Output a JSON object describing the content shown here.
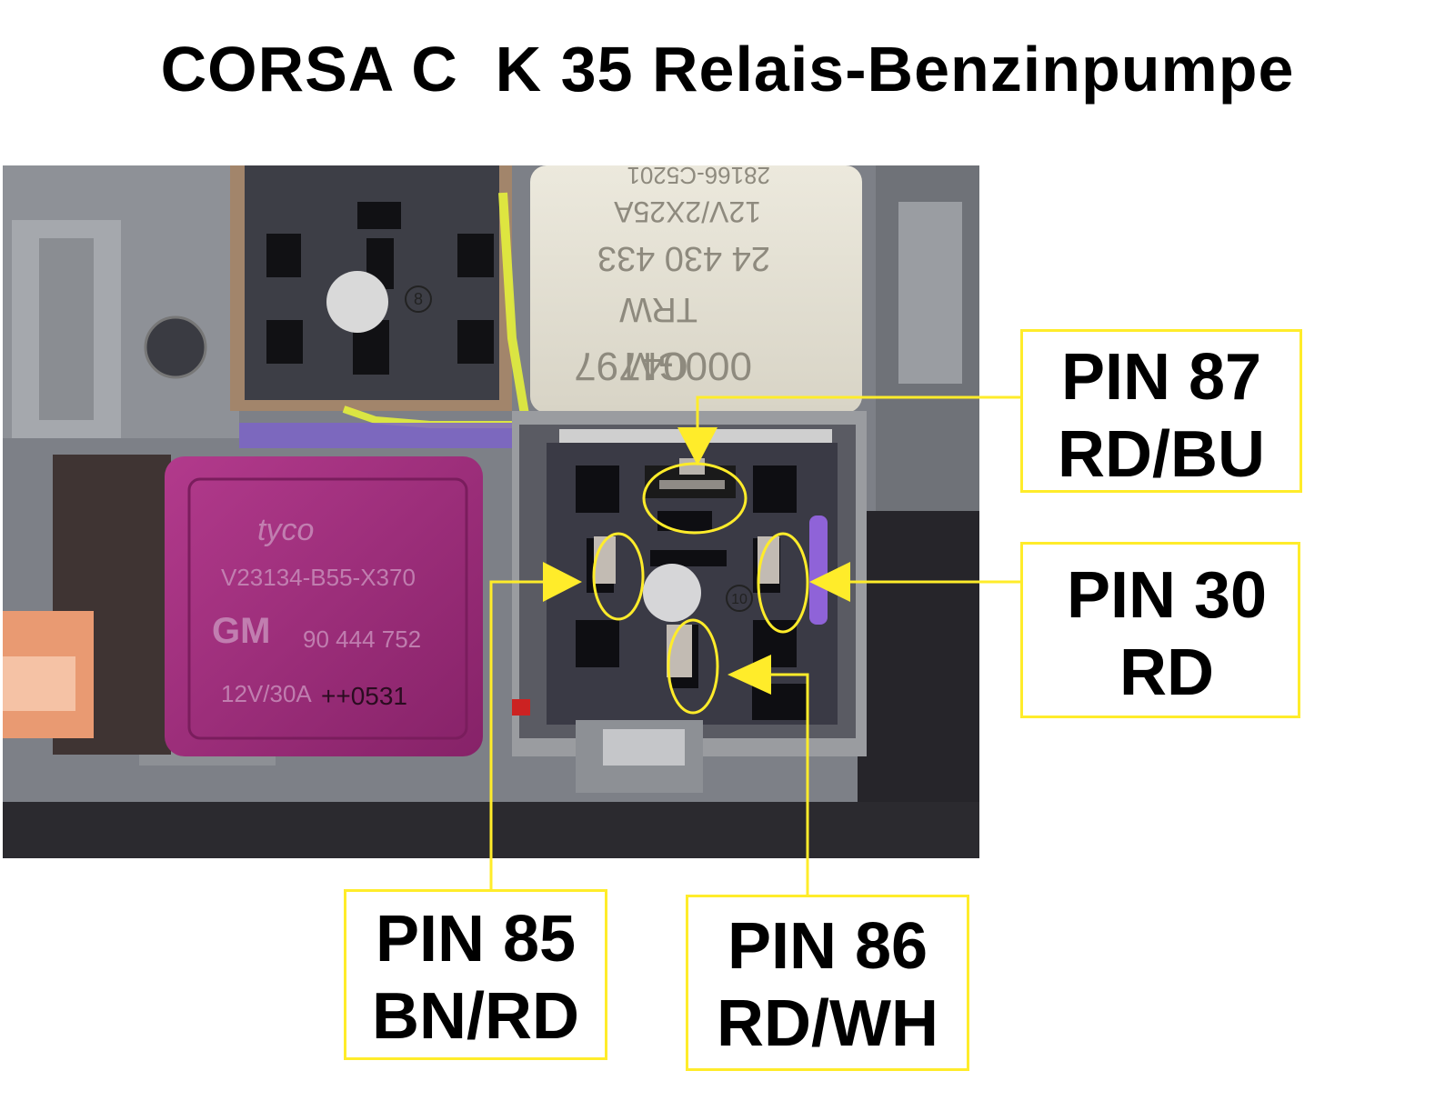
{
  "title": "CORSA C  K 35 Relais-Benzinpumpe",
  "colors": {
    "callout": "#ffec2a",
    "relay_left": "#9c2a78",
    "relay_top": "#e4e0d3",
    "socket": "#3a3a45",
    "housing": "#8f9298"
  },
  "photo": {
    "relay_left": {
      "brand": "tyco",
      "part": "V23134-B55-X370",
      "maker": "GM",
      "number": "90 444 752",
      "rating": "12V/30A",
      "code": "++0531"
    },
    "relay_top": {
      "maker": "GM",
      "part": "00004797",
      "brand": "TRW",
      "number": "24 430 433",
      "rating": "12V/2X25A",
      "code": "28166-C5201"
    },
    "socket_left_number": "8",
    "socket_right_number": "10"
  },
  "labels": {
    "pin87": {
      "line1": "PIN 87",
      "line2": "RD/BU"
    },
    "pin30": {
      "line1": "PIN 30",
      "line2": "RD"
    },
    "pin85": {
      "line1": "PIN 85",
      "line2": "BN/RD"
    },
    "pin86": {
      "line1": "PIN 86",
      "line2": "RD/WH"
    }
  }
}
